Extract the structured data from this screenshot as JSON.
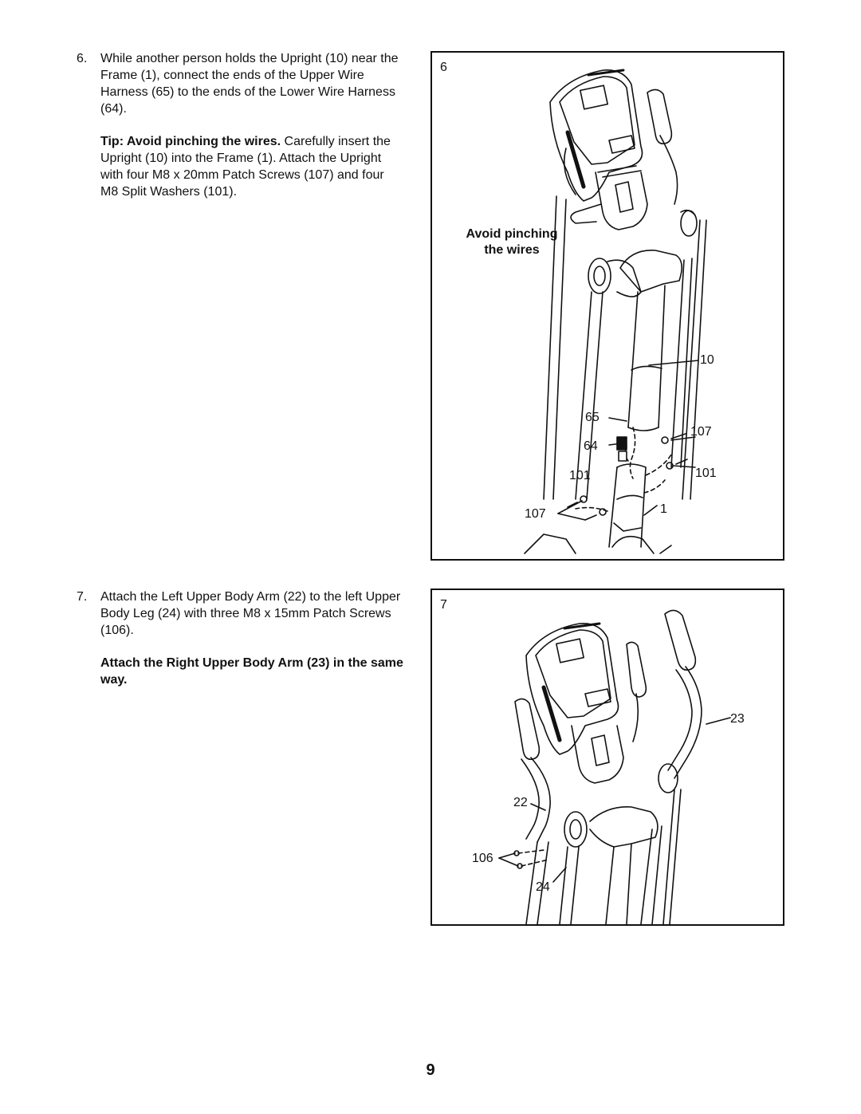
{
  "steps": [
    {
      "number": "6.",
      "text": "While another person holds the Upright (10) near the Frame (1), connect the ends of the Upper Wire Harness (65) to the ends of the Lower Wire Harness (64).",
      "tip_bold": "Tip: Avoid pinching the wires.",
      "tip_text": " Carefully insert the Upright (10) into the Frame (1). Attach the Upright with four M8 x 20mm Patch Screws (107) and four M8 Split Washers (101)."
    },
    {
      "number": "7.",
      "text": "Attach the Left Upper Body Arm (22) to the left Upper Body Leg (24) with three M8 x 15mm Patch Screws (106).",
      "bold_note": "Attach the Right Upper Body Arm (23) in the same way."
    }
  ],
  "figures": [
    {
      "number": "6",
      "warning_line1": "Avoid pinching",
      "warning_line2": "the wires",
      "callouts": {
        "upright": "10",
        "upper_harness": "65",
        "lower_harness": "64",
        "screws_right": "107",
        "washers_right": "101",
        "washers_left": "101",
        "screws_left": "107",
        "frame": "1"
      }
    },
    {
      "number": "7",
      "callouts": {
        "right_arm": "23",
        "left_arm": "22",
        "screws": "106",
        "left_leg": "24"
      }
    }
  ],
  "page_number": "9"
}
